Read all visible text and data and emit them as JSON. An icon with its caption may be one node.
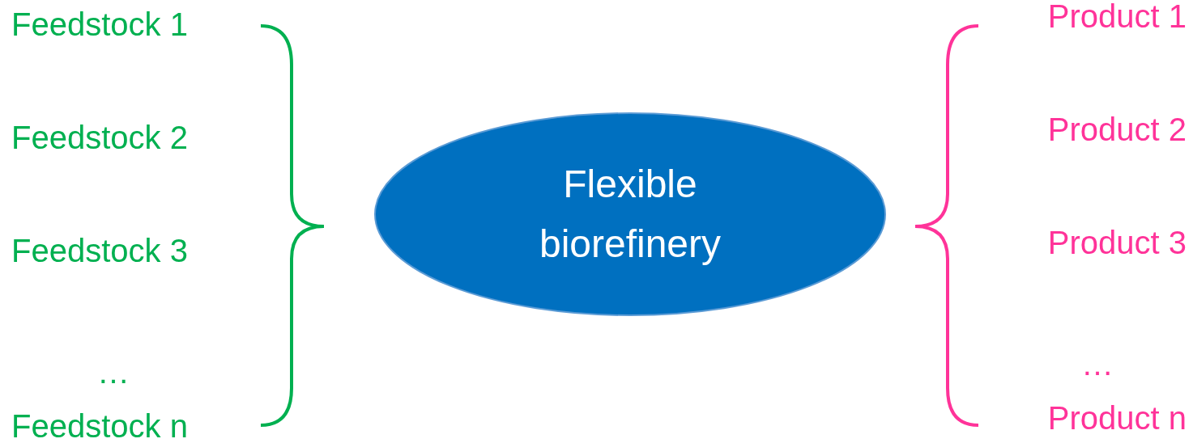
{
  "diagram": {
    "nodes": [
      {
        "text": [
          "Flexible biorefinery"
        ]
      }
    ],
    "labels": [
      "Feedstock 1",
      "Feedstock 2",
      "Feedstock 3",
      "…",
      "Feedstock n",
      "Product 1",
      "Product 2",
      "Product 3",
      "…",
      "Product n"
    ]
  }
}
